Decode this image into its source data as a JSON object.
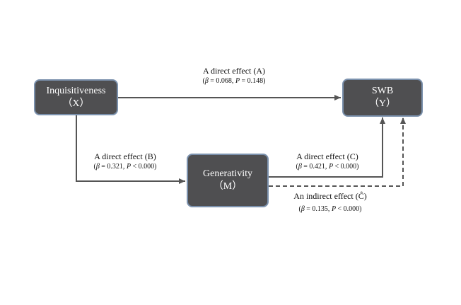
{
  "nodes": {
    "inquisitiveness": {
      "name": "Inquisitiveness",
      "code": "（X）"
    },
    "swb": {
      "name": "SWB",
      "code": "（Y）"
    },
    "generativity": {
      "name": "Generativity",
      "code": "（M）"
    }
  },
  "edges": {
    "a": {
      "title": "A direct effect (A)",
      "beta_symbol": "β",
      "beta_value": " = 0.068, ",
      "p_symbol": "P",
      "p_value": " = 0.148)"
    },
    "b": {
      "title": "A direct effect (B)",
      "beta_symbol": "β",
      "beta_value": " = 0.321, ",
      "p_symbol": "P",
      "p_value": " < 0.000)"
    },
    "c": {
      "title": "A direct effect (C)",
      "beta_symbol": "β",
      "beta_value": " = 0.421, ",
      "p_symbol": "P",
      "p_value": " < 0.000)"
    },
    "c_hat": {
      "title": "An indirect effect (Ĉ)",
      "beta_symbol": "β",
      "beta_value": " = 0.135, ",
      "p_symbol": "P",
      "p_value": " < 0.000)"
    }
  },
  "colors": {
    "node_fill": "#4f4f51",
    "node_border": "#7b91ad",
    "node_text": "#ffffff",
    "arrow": "#555555"
  }
}
